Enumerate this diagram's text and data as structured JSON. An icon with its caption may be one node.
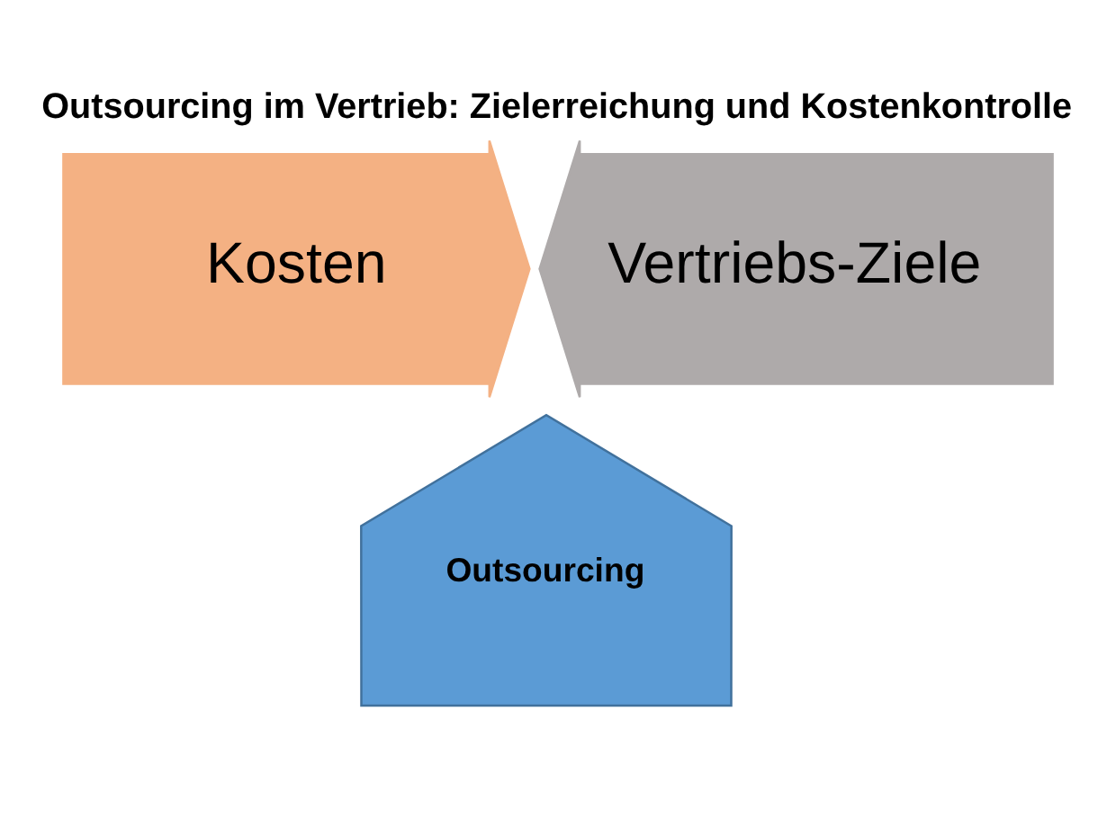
{
  "diagram": {
    "title": "Outsourcing im Vertrieb: Zielerreichung und Kostenkontrolle",
    "nodes": [
      {
        "text": [
          "Kosten"
        ]
      },
      {
        "text": [
          "Vertriebs-Ziele"
        ]
      },
      {
        "text": [
          "Outsourcing"
        ]
      }
    ]
  }
}
